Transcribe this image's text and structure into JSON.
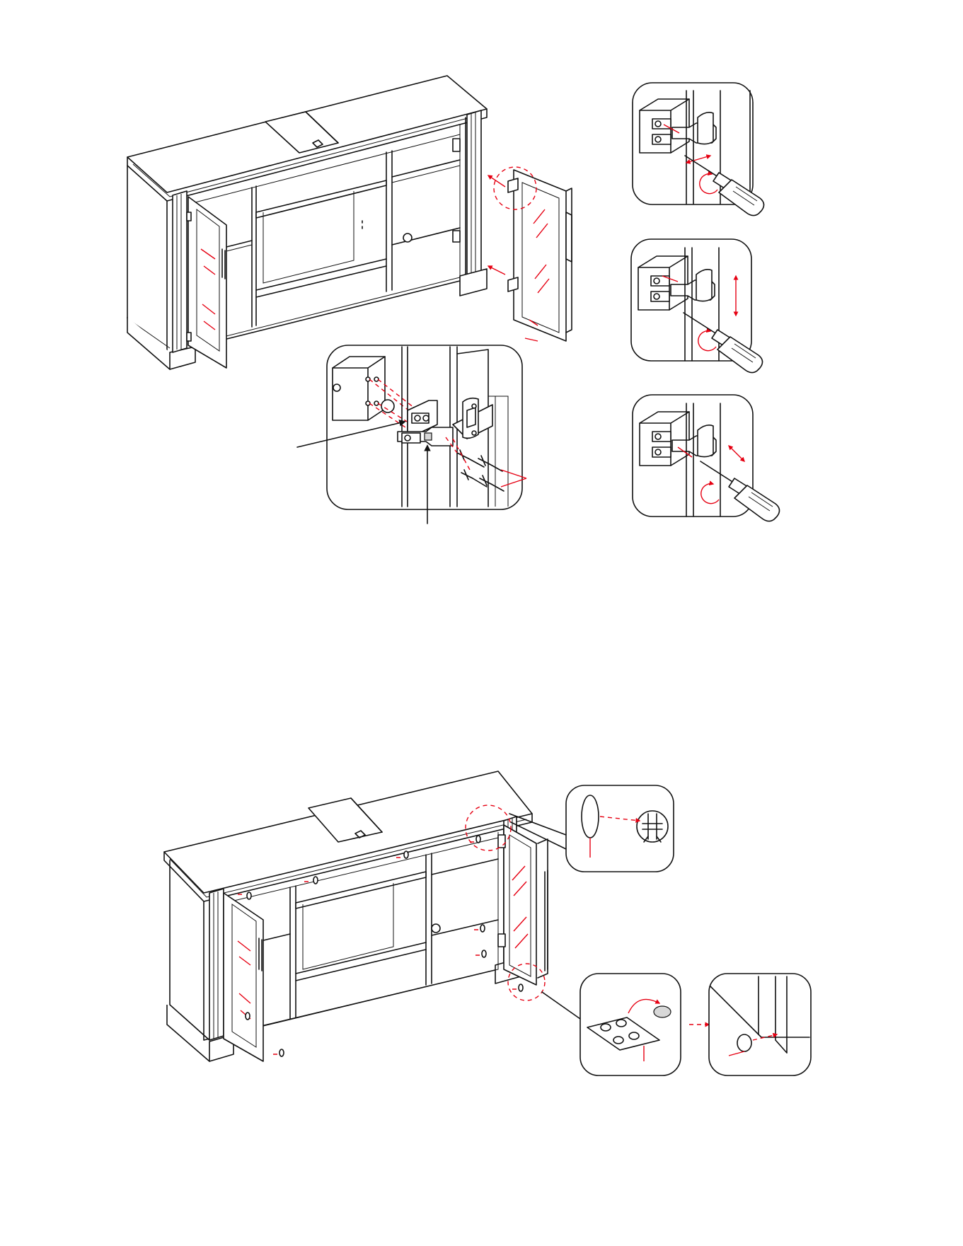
{
  "page": {
    "footer_text": "",
    "colors": {
      "line": "#111111",
      "accent_red": "#e60012",
      "background": "#ffffff"
    }
  },
  "figures": [
    {
      "id": "door-mounting",
      "icon": "tv-console-hinge-assembly-illustration"
    },
    {
      "id": "hinge-adjust-depth",
      "icon": "hinge-adjust-depth-icon"
    },
    {
      "id": "hinge-adjust-height",
      "icon": "hinge-adjust-height-icon"
    },
    {
      "id": "hinge-adjust-side",
      "icon": "hinge-adjust-side-icon"
    },
    {
      "id": "shelf-pin-bumpers",
      "icon": "tv-console-bumper-pads-illustration"
    }
  ]
}
